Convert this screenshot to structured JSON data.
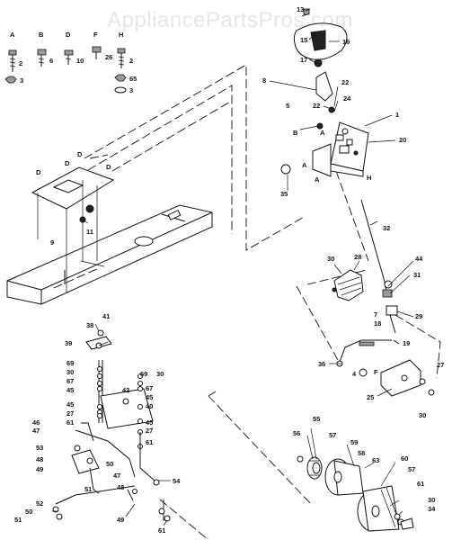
{
  "watermark": "AppliancePartsPros.com",
  "hardware_legend": [
    {
      "letter": "A",
      "qty": "2"
    },
    {
      "letter": "B",
      "qty": "6"
    },
    {
      "letter": "D",
      "qty": "10"
    },
    {
      "letter": "F",
      "qty": "26"
    },
    {
      "letter": "H",
      "qty": "2"
    }
  ],
  "nut_legend": [
    {
      "qty": "3"
    },
    {
      "qty": "65"
    },
    {
      "qty": "3"
    }
  ],
  "callouts": [
    {
      "id": "13"
    },
    {
      "id": "15"
    },
    {
      "id": "16"
    },
    {
      "id": "17"
    },
    {
      "id": "8"
    },
    {
      "id": "22"
    },
    {
      "id": "22"
    },
    {
      "id": "24"
    },
    {
      "id": "5"
    },
    {
      "id": "B"
    },
    {
      "id": "A"
    },
    {
      "id": "1"
    },
    {
      "id": "20"
    },
    {
      "id": "A"
    },
    {
      "id": "A"
    },
    {
      "id": "H"
    },
    {
      "id": "35"
    },
    {
      "id": "D"
    },
    {
      "id": "D"
    },
    {
      "id": "D"
    },
    {
      "id": "D"
    },
    {
      "id": "9"
    },
    {
      "id": "11"
    },
    {
      "id": "32"
    },
    {
      "id": "30"
    },
    {
      "id": "28"
    },
    {
      "id": "44"
    },
    {
      "id": "31"
    },
    {
      "id": "7"
    },
    {
      "id": "29"
    },
    {
      "id": "18"
    },
    {
      "id": "19"
    },
    {
      "id": "36"
    },
    {
      "id": "4"
    },
    {
      "id": "F"
    },
    {
      "id": "27"
    },
    {
      "id": "25"
    },
    {
      "id": "30"
    },
    {
      "id": "38"
    },
    {
      "id": "41"
    },
    {
      "id": "39"
    },
    {
      "id": "69"
    },
    {
      "id": "30"
    },
    {
      "id": "67"
    },
    {
      "id": "45"
    },
    {
      "id": "42"
    },
    {
      "id": "69"
    },
    {
      "id": "30"
    },
    {
      "id": "67"
    },
    {
      "id": "45"
    },
    {
      "id": "40"
    },
    {
      "id": "45"
    },
    {
      "id": "27"
    },
    {
      "id": "61"
    },
    {
      "id": "45"
    },
    {
      "id": "27"
    },
    {
      "id": "61"
    },
    {
      "id": "46"
    },
    {
      "id": "47"
    },
    {
      "id": "53"
    },
    {
      "id": "48"
    },
    {
      "id": "49"
    },
    {
      "id": "50"
    },
    {
      "id": "47"
    },
    {
      "id": "48"
    },
    {
      "id": "51"
    },
    {
      "id": "54"
    },
    {
      "id": "52"
    },
    {
      "id": "50"
    },
    {
      "id": "51"
    },
    {
      "id": "49"
    },
    {
      "id": "61"
    },
    {
      "id": "56"
    },
    {
      "id": "55"
    },
    {
      "id": "57"
    },
    {
      "id": "59"
    },
    {
      "id": "58"
    },
    {
      "id": "63"
    },
    {
      "id": "60"
    },
    {
      "id": "57"
    },
    {
      "id": "61"
    },
    {
      "id": "30"
    },
    {
      "id": "34"
    }
  ]
}
